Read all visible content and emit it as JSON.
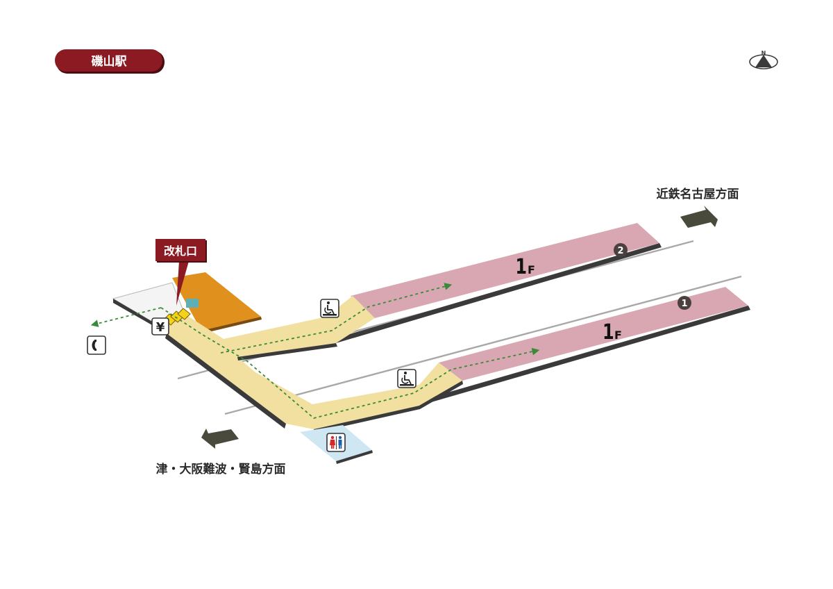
{
  "station": {
    "name": "磯山駅"
  },
  "ticket_gate": {
    "label": "改札口"
  },
  "directions": {
    "north": "近鉄名古屋方面",
    "south": "津・大阪難波・賢島方面"
  },
  "platforms": [
    {
      "number": "2",
      "floor_num": "1",
      "floor_unit": "F"
    },
    {
      "number": "1",
      "floor_num": "1",
      "floor_unit": "F"
    }
  ],
  "compass": {
    "letter": "N"
  },
  "icons": {
    "ticket_machine": "¥",
    "phone": "phone-icon",
    "wheelchair": "wheelchair-icon",
    "restroom": "restroom-icon",
    "stairs": "stairs-icon",
    "arrow": "arrow-icon"
  },
  "colors": {
    "title_badge": "#8b1a22",
    "platform": "#d8a7b1",
    "concourse": "#f1e0a0",
    "station_building": "#e0901c",
    "restroom_area": "#cfe6f3",
    "entrance_area": "#f2f2f2",
    "route": "#3a8a3a",
    "track": "#a8a8a8",
    "arrow": "#4a4a3c"
  }
}
